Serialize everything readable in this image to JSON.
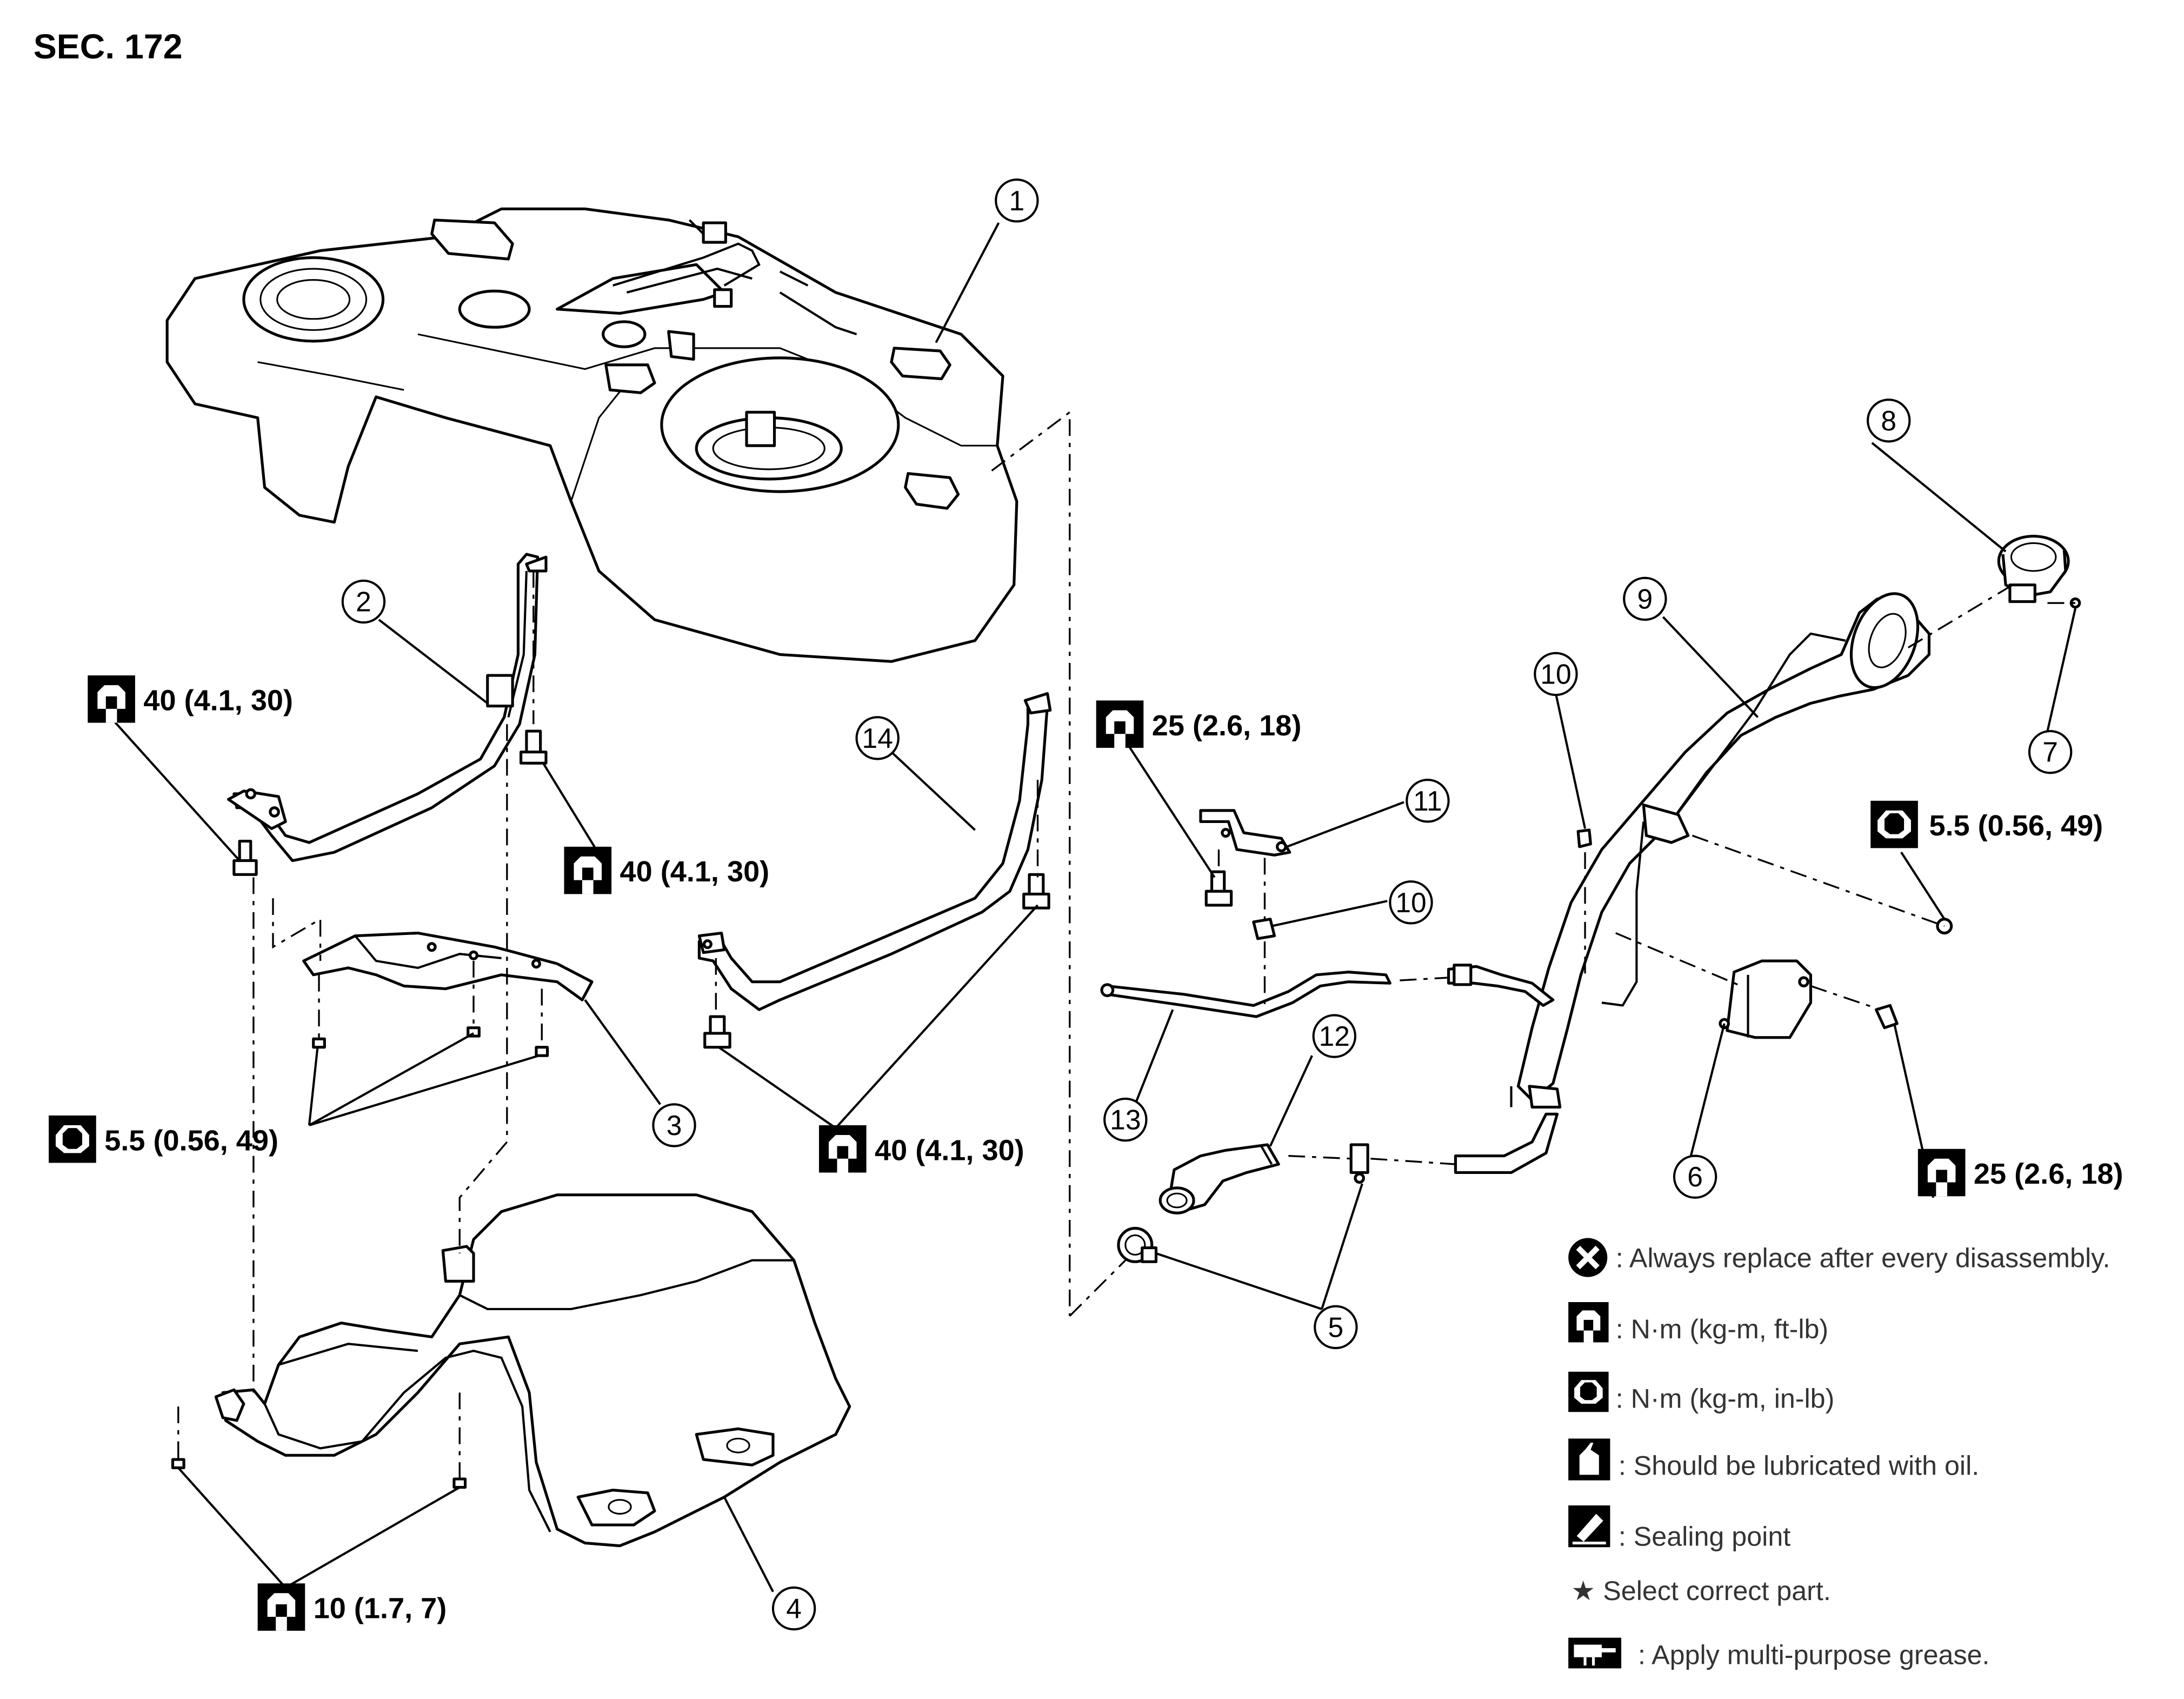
{
  "section": "SEC. 172",
  "callouts": [
    {
      "num": "1"
    },
    {
      "num": "2"
    },
    {
      "num": "3"
    },
    {
      "num": "4"
    },
    {
      "num": "5"
    },
    {
      "num": "6"
    },
    {
      "num": "7"
    },
    {
      "num": "8"
    },
    {
      "num": "9"
    },
    {
      "num": "10"
    },
    {
      "num": "10"
    },
    {
      "num": "11"
    },
    {
      "num": "12"
    },
    {
      "num": "13"
    },
    {
      "num": "14"
    }
  ],
  "torques": [
    {
      "value": "40 (4.1, 30)",
      "icon": "torque-wrench-nm-icon"
    },
    {
      "value": "40 (4.1, 30)",
      "icon": "torque-wrench-nm-icon"
    },
    {
      "value": "5.5 (0.56, 49)",
      "icon": "torque-wrench-inlb-icon"
    },
    {
      "value": "40 (4.1, 30)",
      "icon": "torque-wrench-nm-icon"
    },
    {
      "value": "10 (1.7, 7)",
      "icon": "torque-wrench-nm-icon"
    },
    {
      "value": "25 (2.6, 18)",
      "icon": "torque-wrench-nm-icon"
    },
    {
      "value": "5.5 (0.56, 49)",
      "icon": "torque-wrench-inlb-icon"
    },
    {
      "value": "25 (2.6, 18)",
      "icon": "torque-wrench-nm-icon"
    }
  ],
  "legend": [
    {
      "icon": "replace-x-icon",
      "text": ": Always replace after every disassembly."
    },
    {
      "icon": "torque-wrench-nm-icon",
      "text": ": N·m (kg-m, ft-lb)"
    },
    {
      "icon": "torque-wrench-inlb-icon",
      "text": ": N·m (kg-m, in-lb)"
    },
    {
      "icon": "oil-can-icon",
      "text": ": Should be lubricated with oil."
    },
    {
      "icon": "sealing-point-icon",
      "text": ": Sealing point"
    },
    {
      "icon": "star-icon",
      "text": "★ Select correct part."
    },
    {
      "icon": "grease-gun-icon",
      "text": ": Apply multi-purpose grease."
    }
  ]
}
